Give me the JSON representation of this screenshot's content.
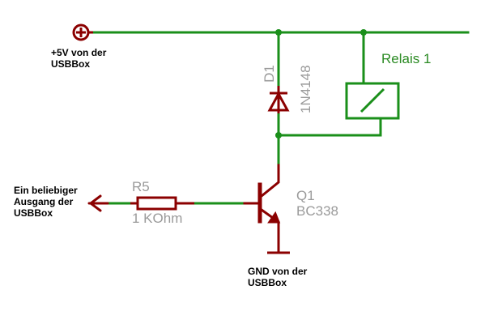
{
  "labels": {
    "supply": {
      "line1": "+5V von der",
      "line2": "USBBox"
    },
    "input": {
      "line1": "Ein beliebiger",
      "line2": "Ausgang der",
      "line3": "USBBox"
    },
    "ground": {
      "line1": "GND von der",
      "line2": "USBBox"
    }
  },
  "components": {
    "diode": {
      "ref": "D1",
      "value": "1N4148"
    },
    "relay": {
      "name": "Relais 1"
    },
    "resistor": {
      "ref": "R5",
      "value": "1 KOhm"
    },
    "transistor": {
      "ref": "Q1",
      "value": "BC338"
    }
  },
  "colors": {
    "wire": "#1a8f1a",
    "symbol": "#8b0000",
    "component_text": "#9a9a9a",
    "relay_text": "#2a8a22",
    "label_text": "#000000"
  }
}
